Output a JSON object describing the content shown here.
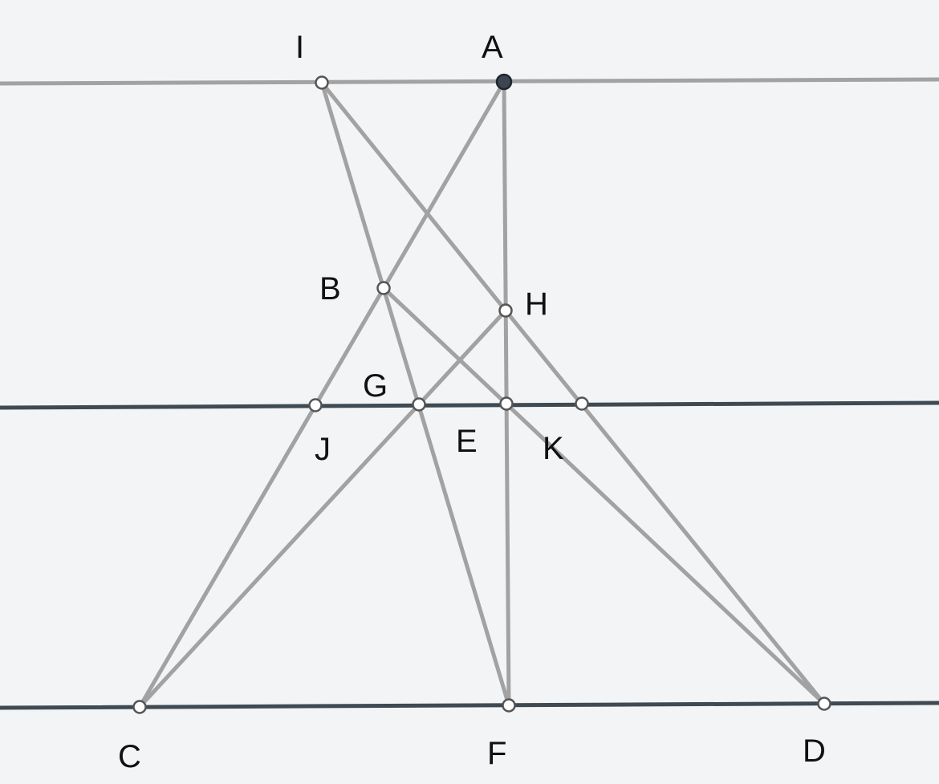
{
  "points": {
    "A": {
      "label": "A",
      "style": "base"
    },
    "I": {
      "label": "I",
      "style": "free"
    },
    "B": {
      "label": "B",
      "style": "free"
    },
    "H": {
      "label": "H",
      "style": "free"
    },
    "G": {
      "label": "G",
      "style": "free"
    },
    "E": {
      "label": "E",
      "style": "free"
    },
    "J": {
      "label": "J",
      "style": "free"
    },
    "K": {
      "label": "K",
      "style": "free"
    },
    "C": {
      "label": "C",
      "style": "free"
    },
    "F": {
      "label": "F",
      "style": "free"
    },
    "D": {
      "label": "D",
      "style": "free"
    }
  },
  "colors": {
    "background": "#f3f4f6",
    "segment": "#a2a2a2",
    "dark_line": "#3f4a52",
    "point_fill": "#ffffff",
    "base_point_fill": "#3b4650",
    "label": "#111111"
  }
}
